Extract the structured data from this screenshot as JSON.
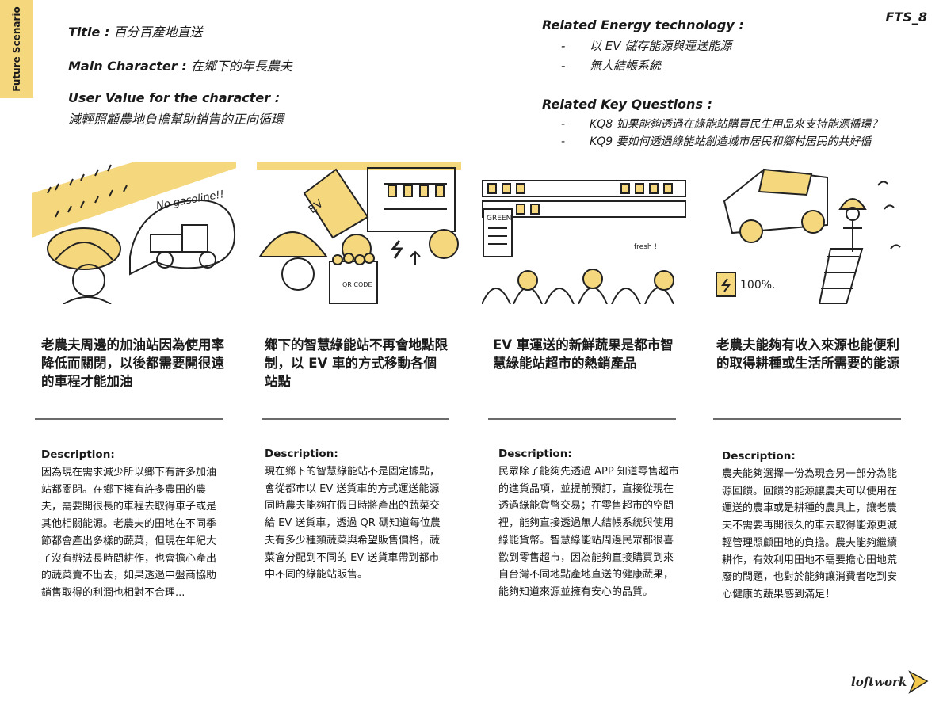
{
  "side_label": "Future Scenario",
  "scenario_code": "FTS_8",
  "title": {
    "label": "Title :",
    "value": "百分百產地直送"
  },
  "main_character": {
    "label": "Main Character :",
    "value": "在鄉下的年長農夫"
  },
  "user_value": {
    "label": "User Value for the character :",
    "value": "減輕照顧農地負擔幫助銷售的正向循環"
  },
  "energy_tech": {
    "label": "Related Energy technology :",
    "items": [
      "以 EV 儲存能源與運送能源",
      "無人結帳系統"
    ]
  },
  "key_questions": {
    "label": "Related Key Questions :",
    "items": [
      "KQ8 如果能夠透過在綠能站購買民生用品來支持能源循環？",
      "KQ9 要如何透過綠能站創造城市居民和鄉村居民的共好循"
    ]
  },
  "illustration_text": {
    "no_gasoline": "No gasoline!!",
    "ev": "EV",
    "qr_code": "QR CODE",
    "green": "GREEN",
    "fresh": "fresh !",
    "battery": "100%."
  },
  "bullet_dash": "-",
  "colors": {
    "accent": "#f5d77e",
    "rule": "#6b6b6b",
    "logo": "#f2c94c"
  },
  "panels": [
    {
      "caption": "老農夫周邊的加油站因為使用率降低而關閉，以後都需要開很遠的車程才能加油",
      "desc_label": "Description:",
      "description": "因為現在需求減少所以鄉下有許多加油站都關閉。在鄉下擁有許多農田的農夫，需要開很長的車程去取得車子或是其他相關能源。老農夫的田地在不同季節都會產出多樣的蔬菜，但現在年紀大了沒有辦法長時間耕作，也會擔心產出的蔬菜賣不出去，如果透過中盤商協助銷售取得的利潤也相對不合理..."
    },
    {
      "caption": "鄉下的智慧綠能站不再會地點限制，以 EV 車的方式移動各個站點",
      "desc_label": "Description:",
      "description": "現在鄉下的智慧綠能站不是固定據點，會從都市以 EV 送貨車的方式運送能源同時農夫能夠在假日時將產出的蔬菜交給 EV 送貨車，透過 QR 碼知道每位農夫有多少種類蔬菜與希望販售價格，蔬菜會分配到不同的 EV 送貨車帶到都市中不同的綠能站販售。"
    },
    {
      "caption": "EV 車運送的新鮮蔬果是都市智慧綠能站超市的熱銷產品",
      "desc_label": "Description:",
      "description": "民眾除了能夠先透過 APP 知道零售超市的進貨品項，並提前預訂，直接從現在透過綠能貨幣交易；在零售超市的空間裡，能夠直接透過無人結帳系統與使用綠能貨幣。智慧綠能站周邊民眾都很喜歡到零售超市，因為能夠直接購買到來自台灣不同地點產地直送的健康蔬果，能夠知道來源並擁有安心的品質。"
    },
    {
      "caption": "老農夫能夠有收入來源也能便利的取得耕種或生活所需要的能源",
      "desc_label": "Description:",
      "description": "農夫能夠選擇一份為現金另一部分為能源回饋。回饋的能源讓農夫可以使用在運送的農車或是耕種的農具上，讓老農夫不需要再開很久的車去取得能源更減輕管理照顧田地的負擔。農夫能夠繼續耕作，有效利用田地不需要擔心田地荒廢的問題，也對於能夠讓消費者吃到安心健康的蔬果感到滿足！"
    }
  ],
  "logo_text": "loftwork"
}
